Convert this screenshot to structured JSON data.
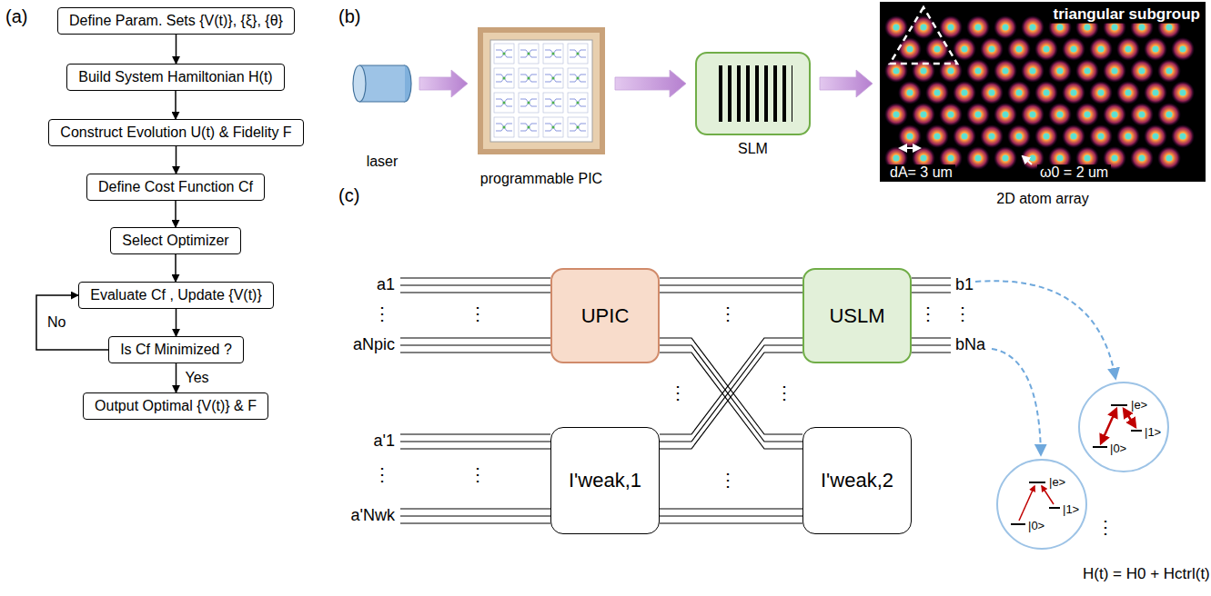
{
  "diagram": {
    "nodes": [
      {
        "text": [
          "Define Param. Sets {V(t)}, {ξ}, {θ}"
        ]
      },
      {
        "text": [
          "Build System Hamiltonian H(t)"
        ]
      },
      {
        "text": [
          "Construct Evolution U(t) & Fidelity F"
        ]
      },
      {
        "text": [
          "Define Cost Function Cf"
        ]
      },
      {
        "text": [
          "Select Optimizer"
        ]
      },
      {
        "text": [
          "Evaluate Cf , Update {V(t)}"
        ]
      },
      {
        "text": [
          "Is Cf Minimized ?"
        ]
      },
      {
        "text": [
          "Output Optimal {V(t)} & F"
        ]
      },
      {
        "text": [
          "laser"
        ]
      },
      {
        "text": [
          "programmable PIC"
        ]
      },
      {
        "text": [
          "SLM"
        ]
      },
      {
        "text": [
          "2D atom array"
        ]
      },
      {
        "text": [
          "UPIC"
        ]
      },
      {
        "text": [
          "USLM"
        ]
      },
      {
        "text": [
          "I'weak,1"
        ]
      },
      {
        "text": [
          "I'weak,2"
        ]
      },
      {
        "text": [
          "|e>",
          "|1>",
          "|0>"
        ]
      },
      {
        "text": [
          "|e>",
          "|1>",
          "|0>"
        ]
      }
    ],
    "edges": [
      {
        "from": 0,
        "to": 1,
        "arrow": "to"
      },
      {
        "from": 1,
        "to": 2,
        "arrow": "to"
      },
      {
        "from": 2,
        "to": 3,
        "arrow": "to"
      },
      {
        "from": 3,
        "to": 4,
        "arrow": "to"
      },
      {
        "from": 4,
        "to": 5,
        "arrow": "to"
      },
      {
        "from": 5,
        "to": 6,
        "arrow": "to"
      },
      {
        "from": 6,
        "to": 7,
        "label": "Yes",
        "arrow": "to"
      },
      {
        "from": 6,
        "to": 5,
        "label": "No",
        "arrow": "to"
      },
      {
        "from": 8,
        "to": 9,
        "arrow": "to"
      },
      {
        "from": 9,
        "to": 10,
        "arrow": "to"
      },
      {
        "from": 10,
        "to": 11,
        "arrow": "to"
      },
      {
        "from": 12,
        "to": 13,
        "arrow": "none"
      },
      {
        "from": 12,
        "to": 15,
        "arrow": "none"
      },
      {
        "from": 14,
        "to": 13,
        "arrow": "none"
      },
      {
        "from": 14,
        "to": 15,
        "arrow": "none"
      }
    ],
    "labels": [
      "(a)",
      "(b)",
      "(c)",
      "triangular subgroup",
      "dA= 3 um",
      "ω0 = 2 um",
      "a1",
      "⋮",
      "⋮",
      "aNpic",
      "a'1",
      "⋮",
      "⋮",
      "a'Nwk",
      "⋮",
      "⋮",
      "⋮",
      "⋮",
      "b1",
      "⋮",
      "⋮",
      "bNa",
      "⋮",
      "H(t) = H0 + Hctrl(t)"
    ]
  }
}
